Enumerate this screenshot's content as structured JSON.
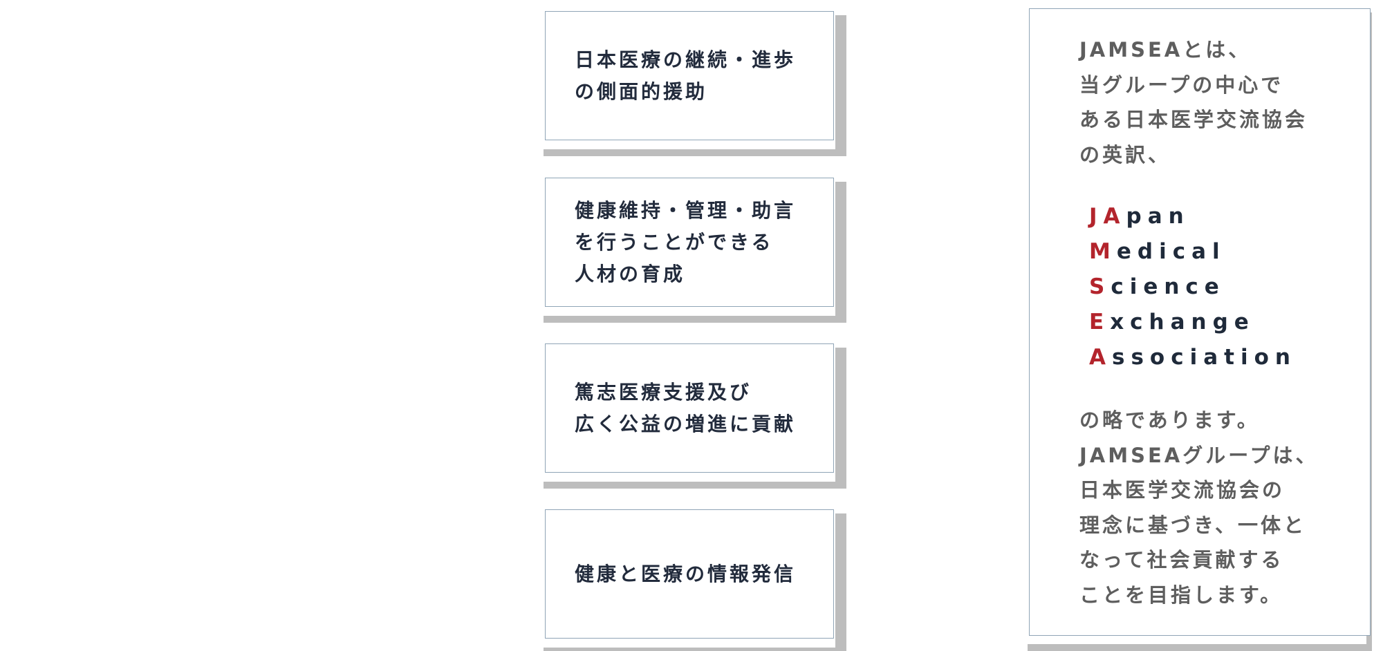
{
  "cards": [
    {
      "text": "日本医療の継続・進歩\nの側面的援助"
    },
    {
      "text": "健康維持・管理・助言\nを行うことができる\n人材の育成"
    },
    {
      "text": "篤志医療支援及び\n広く公益の増進に貢献"
    },
    {
      "text": "健康と医療の情報発信"
    }
  ],
  "panel": {
    "intro": "JAMSEAとは、\n当グループの中心で\nある日本医学交流協会\nの英訳、",
    "acronym": [
      {
        "cap": "JA",
        "rest": "pan"
      },
      {
        "cap": "M",
        "rest": "edical"
      },
      {
        "cap": "S",
        "rest": "cience"
      },
      {
        "cap": "E",
        "rest": "xchange"
      },
      {
        "cap": "A",
        "rest": "ssociation"
      }
    ],
    "outro": "の略であります。\nJAMSEAグループは、\n日本医学交流協会の\n理念に基づき、一体と\nなって社会貢献する\nことを目指します。"
  },
  "colors": {
    "accent_red": "#b3242c",
    "text_dark": "#222b3c",
    "text_gray": "#5e5e5e",
    "border": "#8fa4b6",
    "shadow": "#bdbdbd"
  }
}
